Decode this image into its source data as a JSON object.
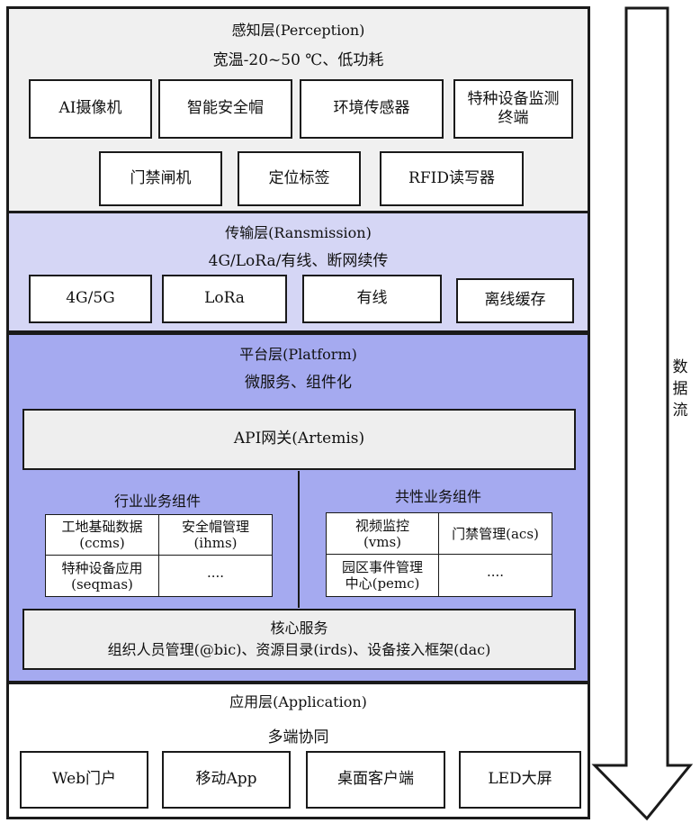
{
  "colors": {
    "perception_bg": "#f0f0f0",
    "transmission_bg": "#d5d6f5",
    "platform_bg": "#a5aaf0",
    "application_bg": "#ffffff",
    "gray_box": "#eeeeee",
    "border": "#1a1a1a"
  },
  "perception": {
    "title": "感知层(Perception)",
    "subtitle": "宽温-20~50 ℃、低功耗",
    "devices": [
      "AI摄像机",
      "智能安全帽",
      "环境传感器",
      "特种设备监测终端",
      "门禁闸机",
      "定位标签",
      "RFID读写器"
    ]
  },
  "transmission": {
    "title": "传输层(Ransmission)",
    "subtitle": "4G/LoRa/有线、断网续传",
    "items": [
      "4G/5G",
      "LoRa",
      "有线",
      "离线缓存"
    ]
  },
  "platform": {
    "title": "平台层(Platform)",
    "subtitle": "微服务、组件化",
    "gateway": "API网关(Artemis)",
    "industry": {
      "title": "行业业务组件",
      "cells": [
        {
          "line1": "工地基础数据",
          "line2": "(ccms)"
        },
        {
          "line1": "安全帽管理",
          "line2": "(ihms)"
        },
        {
          "line1": "特种设备应用",
          "line2": "(seqmas)"
        },
        {
          "line1": "····",
          "line2": ""
        }
      ]
    },
    "common": {
      "title": "共性业务组件",
      "cells": [
        {
          "line1": "视频监控",
          "line2": "(vms)"
        },
        {
          "line1": "门禁管理(acs)",
          "line2": ""
        },
        {
          "line1": "园区事件管理",
          "line2": "中心(pemc)"
        },
        {
          "line1": "····",
          "line2": ""
        }
      ]
    },
    "core": {
      "title": "核心服务",
      "detail": "组织人员管理(@bic)、资源目录(irds)、设备接入框架(dac)"
    }
  },
  "application": {
    "title": "应用层(Application)",
    "subtitle": "多端协同",
    "items": [
      "Web门户",
      "移动App",
      "桌面客户端",
      "LED大屏"
    ]
  },
  "flow_arrow": {
    "label_chars": [
      "数",
      "据",
      "流"
    ],
    "label": "数据流"
  }
}
